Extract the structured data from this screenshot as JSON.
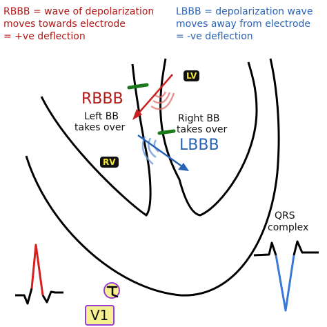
{
  "rbbb_note": [
    "RBBB = wave of depolarization",
    "moves towards electrode",
    "= +ve deflection"
  ],
  "lbbb_note": [
    "LBBB = depolarization wave",
    "moves away from electrode",
    "= -ve deflection"
  ],
  "rbbb_label": "RBBB",
  "lbbb_label": "LBBB",
  "left_bb": [
    "Left BB",
    "takes over"
  ],
  "right_bb": [
    "Right BB",
    "takes over"
  ],
  "lv_badge": "LV",
  "rv_badge": "RV",
  "qrs": [
    "QRS",
    "complex"
  ],
  "lead": "V1",
  "colors": {
    "red": "#b01818",
    "blue": "#2a63b5",
    "green": "#1a7a1a",
    "badge_bg": "#111111",
    "badge_fg": "#f1e43a",
    "lead_border": "#9b3bd3",
    "lead_fill": "#f6f190"
  }
}
